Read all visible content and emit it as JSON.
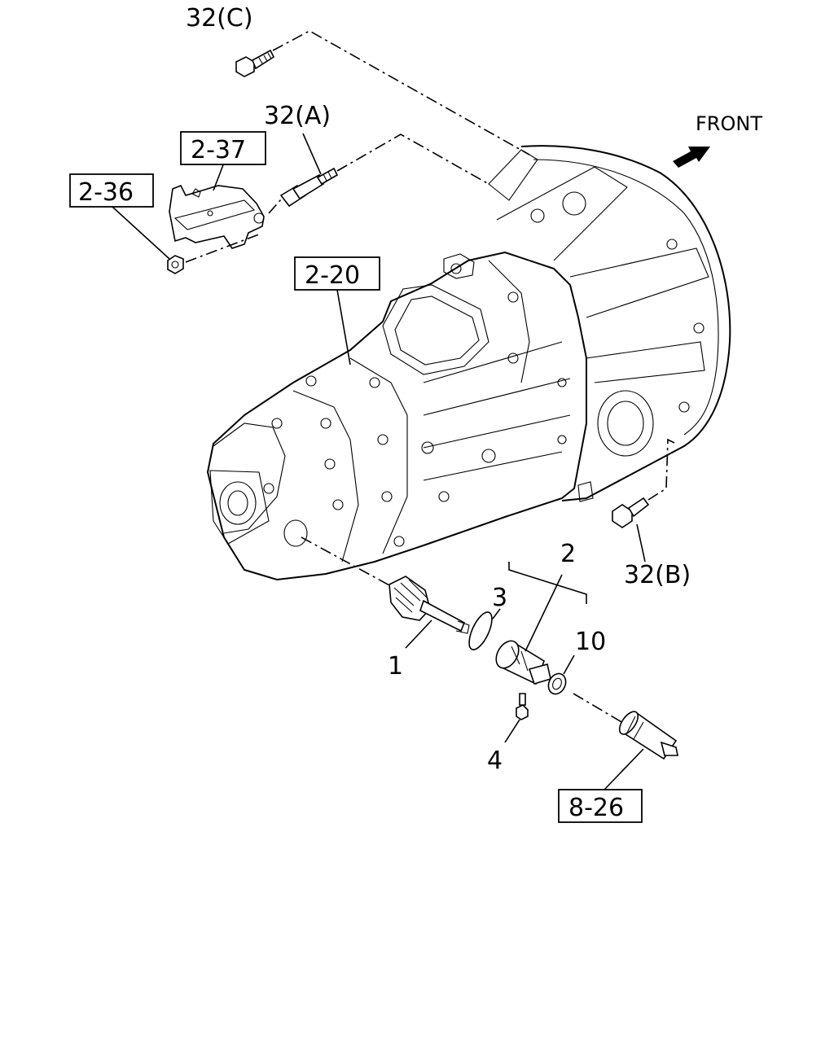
{
  "direction": {
    "label": "FRONT"
  },
  "callouts": {
    "bolt_c": "32(C)",
    "bolt_a": "32(A)",
    "bolt_b": "32(B)",
    "ref_2_37": "2-37",
    "ref_2_36": "2-36",
    "ref_2_20": "2-20",
    "ref_8_26": "8-26",
    "part_1": "1",
    "part_2": "2",
    "part_3": "3",
    "part_4": "4",
    "part_10": "10"
  }
}
